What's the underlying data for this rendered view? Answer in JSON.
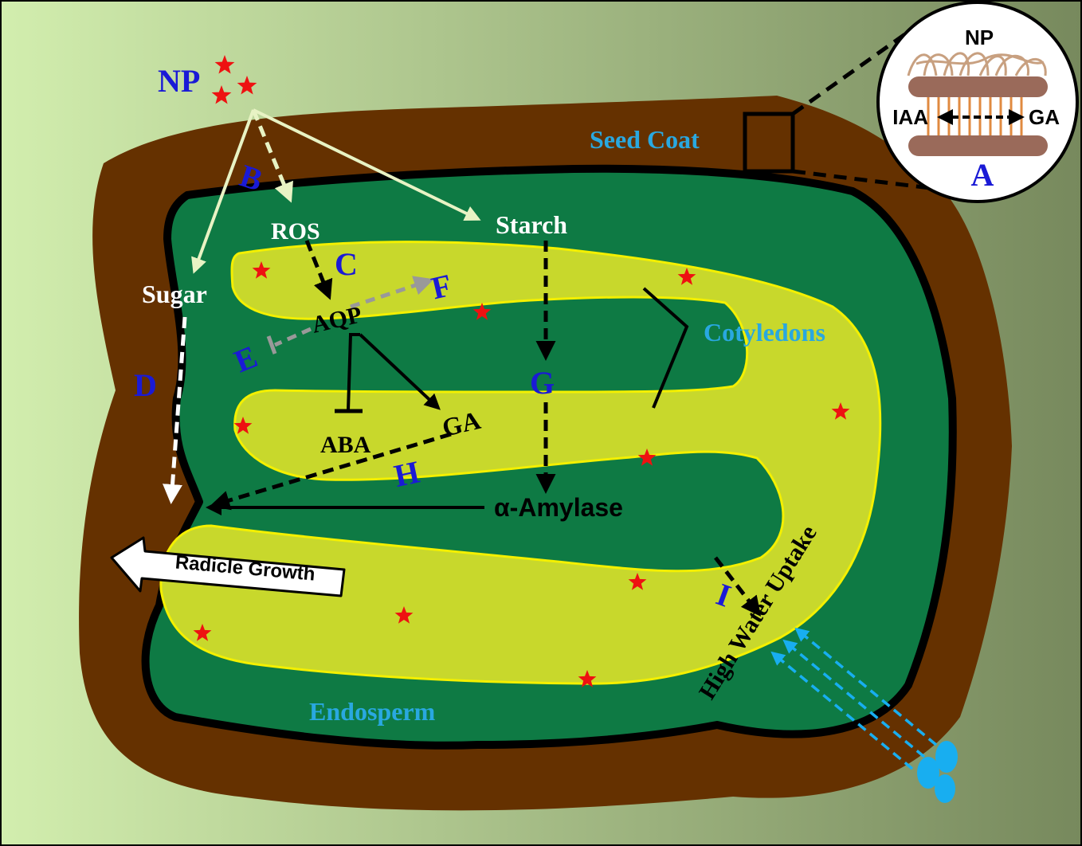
{
  "labels": {
    "np_main": "NP",
    "np_inset": "NP",
    "iaa": "IAA",
    "ga_inset": "GA",
    "seed_coat": "Seed Coat",
    "cotyledons": "Cotyledons",
    "endosperm": "Endosperm",
    "ros": "ROS",
    "starch": "Starch",
    "sugar": "Sugar",
    "aqp": "AQP",
    "aba": "ABA",
    "ga": "GA",
    "amylase": "α-Amylase",
    "radicle": "Radicle Growth",
    "water": "High Water Uptake"
  },
  "letters": {
    "a": "A",
    "b": "B",
    "c": "C",
    "d": "D",
    "e": "E",
    "f": "F",
    "g": "G",
    "h": "H",
    "i": "I"
  },
  "colors": {
    "background_left": "#d2eeae",
    "background_right": "#77895d",
    "seed_coat": "#653100",
    "endosperm": "#0e7a44",
    "cotyledon": "#c8d82c",
    "cotyledon_outline": "#f4f000",
    "letters": "#1a1ad6",
    "tissue_labels": "#29a8e0",
    "stars": "#ee1111",
    "water_drops": "#18aef0"
  }
}
